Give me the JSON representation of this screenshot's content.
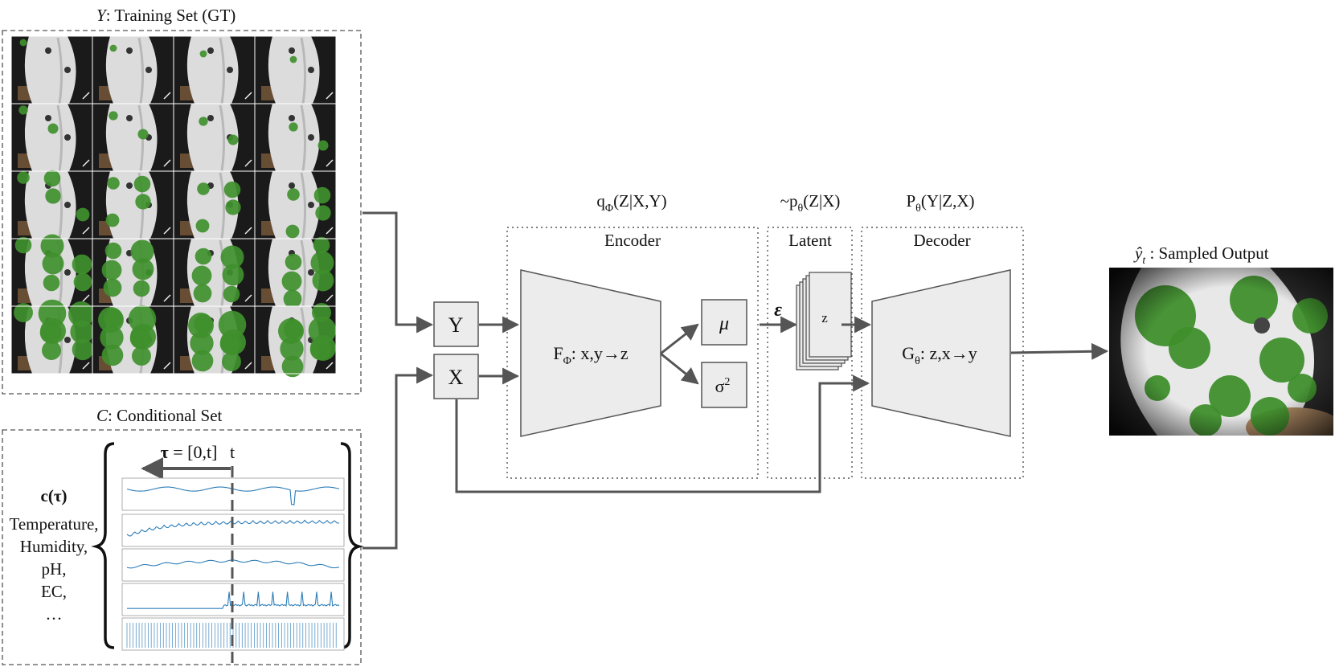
{
  "training_set": {
    "var": "Y",
    "title": ": Training Set (GT)",
    "grid_rows": 5,
    "grid_cols": 4,
    "growth_stages": [
      0.05,
      0.2,
      0.45,
      0.75,
      0.95
    ]
  },
  "conditional_set": {
    "var": "C",
    "title": ": Conditional Set",
    "c_tau": "c(τ)",
    "vars": [
      "Temperature,",
      "Humidity,",
      "pH,",
      "EC,",
      "…"
    ],
    "tau_label": "τ = [0,t]",
    "t_label": "t"
  },
  "nodes": {
    "y": "Y",
    "x": "X",
    "mu": "μ",
    "sigma": "σ",
    "sigma_sup": "2",
    "z": "z",
    "eps": "ε"
  },
  "encoder": {
    "header_main": "q",
    "header_sub": "Φ",
    "header_rest": "(Z|X,Y)",
    "title": "Encoder",
    "func_main": "F",
    "func_sub": "Φ",
    "func_rest": ": x,y→z"
  },
  "latent": {
    "header_prefix": "~p",
    "header_sub": "θ",
    "header_rest": "(Z|X)",
    "title": "Latent"
  },
  "decoder": {
    "header_main": "P",
    "header_sub": "θ",
    "header_rest": "(Y|Z,X)",
    "title": "Decoder",
    "func_main": "G",
    "func_sub": "θ",
    "func_rest": ": z,x→y"
  },
  "output": {
    "var": "ŷ",
    "var_sub": "t",
    "title": " : Sampled Output"
  },
  "colors": {
    "box_fill": "#ececec",
    "stroke": "#555555",
    "arrow": "#555555",
    "plant_green": "#3f8f2c",
    "tower_white": "#e8e8e8",
    "series_blue": "#2d7db8"
  }
}
